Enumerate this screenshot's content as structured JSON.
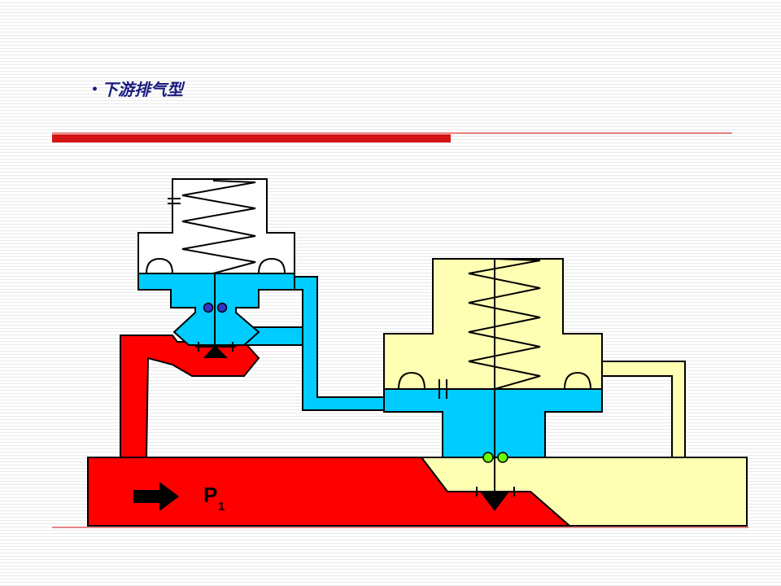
{
  "slide": {
    "bullet": "•",
    "title": "下游排气型"
  },
  "diagram": {
    "pressure_label": "P",
    "pressure_subscript": "1",
    "colors": {
      "high_pressure": "#ff0000",
      "control_pressure": "#00ccff",
      "low_pressure": "#ffffb3",
      "housing": "#ffffff",
      "stroke": "#000000",
      "pilot_balls": "#3333cc",
      "main_balls": "#66ff00",
      "accent_red": "#d41414"
    }
  }
}
